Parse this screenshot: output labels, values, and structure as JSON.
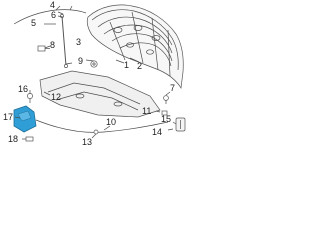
{
  "callouts": [
    {
      "id": "c1",
      "label": "1"
    },
    {
      "id": "c2",
      "label": "2"
    },
    {
      "id": "c3",
      "label": "3"
    },
    {
      "id": "c4",
      "label": "4"
    },
    {
      "id": "c5",
      "label": "5"
    },
    {
      "id": "c6",
      "label": "6"
    },
    {
      "id": "c7",
      "label": "7"
    },
    {
      "id": "c8",
      "label": "8"
    },
    {
      "id": "c9",
      "label": "9"
    },
    {
      "id": "c10",
      "label": "10"
    },
    {
      "id": "c11",
      "label": "11"
    },
    {
      "id": "c12",
      "label": "12"
    },
    {
      "id": "c13",
      "label": "13"
    },
    {
      "id": "c14",
      "label": "14"
    },
    {
      "id": "c15",
      "label": "15"
    },
    {
      "id": "c16",
      "label": "16"
    },
    {
      "id": "c17",
      "label": "17"
    },
    {
      "id": "c18",
      "label": "18"
    }
  ],
  "colors": {
    "line": "#555555",
    "highlight": "#2f9ed6",
    "label": "#222222"
  }
}
